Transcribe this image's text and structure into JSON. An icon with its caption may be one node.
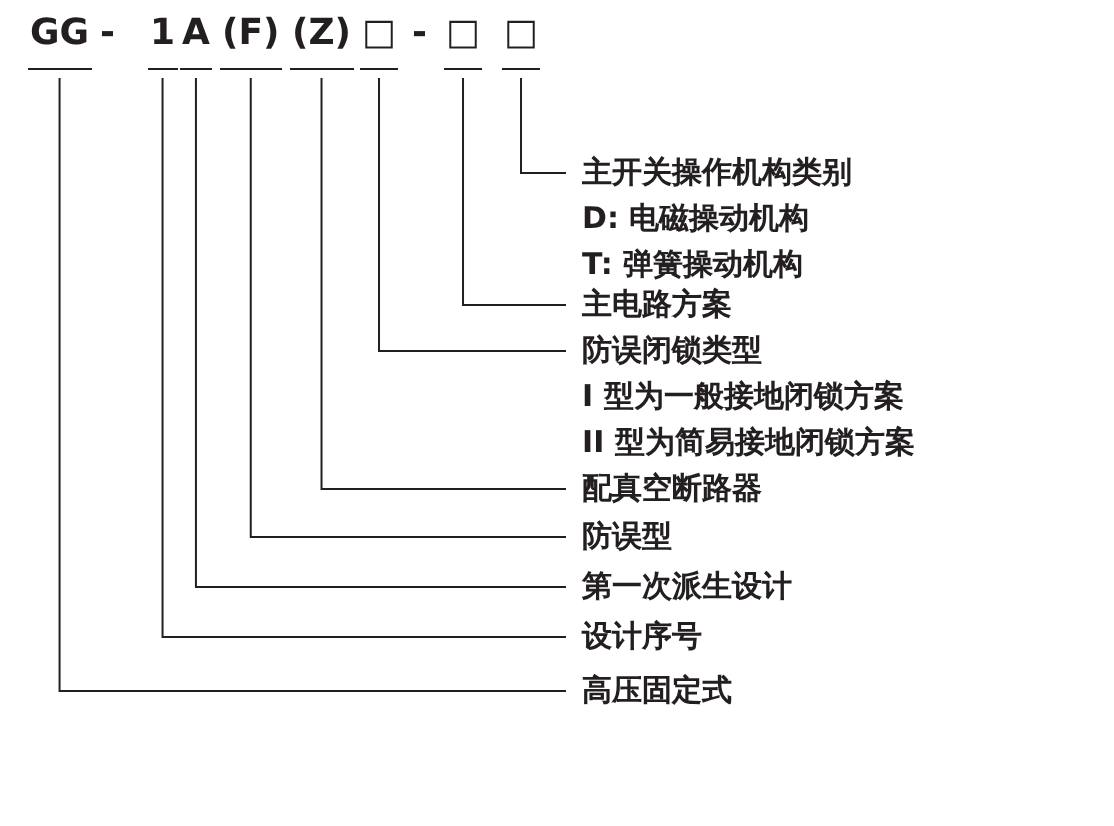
{
  "diagram": {
    "nodes": [
      {
        "text": [
          "GG"
        ]
      },
      {
        "text": [
          "1"
        ]
      },
      {
        "text": [
          "A"
        ]
      },
      {
        "text": [
          "(F)"
        ]
      },
      {
        "text": [
          "(Z)"
        ]
      },
      {
        "text": [
          "□"
        ]
      },
      {
        "text": [
          "□"
        ]
      },
      {
        "text": [
          "□"
        ]
      },
      {
        "text": [
          "主开关操作机构类别",
          "D: 电磁操动机构",
          "T: 弹簧操动机构"
        ]
      },
      {
        "text": [
          "主电路方案"
        ]
      },
      {
        "text": [
          "防误闭锁类型",
          "I 型为一般接地闭锁方案",
          "II 型为简易接地闭锁方案"
        ]
      },
      {
        "text": [
          "配真空断路器"
        ]
      },
      {
        "text": [
          "防误型"
        ]
      },
      {
        "text": [
          "第一次派生设计"
        ]
      },
      {
        "text": [
          "设计序号"
        ]
      },
      {
        "text": [
          "高压固定式"
        ]
      }
    ],
    "edges": [
      {
        "from": 7,
        "to": 8,
        "arrow": "none"
      },
      {
        "from": 6,
        "to": 9,
        "arrow": "none"
      },
      {
        "from": 5,
        "to": 10,
        "arrow": "none"
      },
      {
        "from": 4,
        "to": 11,
        "arrow": "none"
      },
      {
        "from": 3,
        "to": 12,
        "arrow": "none"
      },
      {
        "from": 2,
        "to": 13,
        "arrow": "none"
      },
      {
        "from": 1,
        "to": 14,
        "arrow": "none"
      },
      {
        "from": 0,
        "to": 15,
        "arrow": "none"
      }
    ],
    "labels": [
      "-",
      "-"
    ]
  }
}
